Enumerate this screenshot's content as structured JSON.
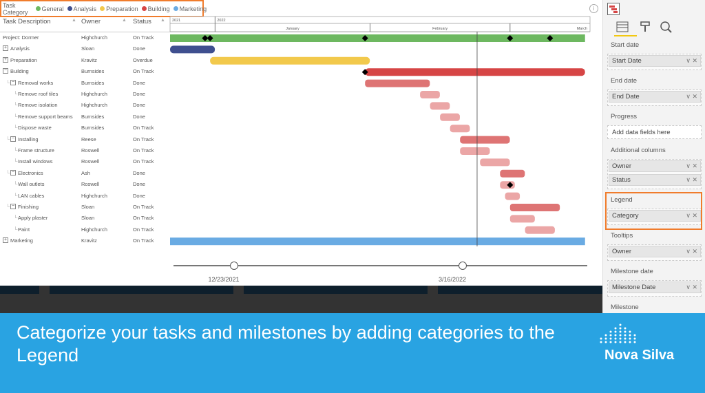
{
  "legend": {
    "title": "Task Category",
    "items": [
      {
        "label": "General",
        "color": "#6db860"
      },
      {
        "label": "Analysis",
        "color": "#3f4f8f"
      },
      {
        "label": "Preparation",
        "color": "#f2c94c"
      },
      {
        "label": "Building",
        "color": "#d64545"
      },
      {
        "label": "Marketing",
        "color": "#6aabe3"
      }
    ]
  },
  "columns": {
    "task": "Task Description",
    "owner": "Owner",
    "status": "Status"
  },
  "timeline": {
    "years": [
      "2021",
      "2022"
    ],
    "months": [
      "January",
      "February",
      "March"
    ],
    "start": "2021-12-23",
    "end": "2022-03-16",
    "today": "2022-02-22"
  },
  "rows": [
    {
      "task": "Project: Dormer",
      "owner": "Highchurch",
      "status": "On Track",
      "level": 0,
      "toggle": "",
      "cat": "General",
      "start": "2021-12-23",
      "end": "2022-03-16",
      "milestones": [
        "2021-12-30",
        "2021-12-31",
        "2022-01-31",
        "2022-03-01",
        "2022-03-09"
      ]
    },
    {
      "task": "Analysis",
      "owner": "Sloan",
      "status": "Done",
      "level": 0,
      "toggle": "+",
      "cat": "Analysis",
      "start": "2021-12-23",
      "end": "2021-12-31"
    },
    {
      "task": "Preparation",
      "owner": "Kravitz",
      "status": "Overdue",
      "level": 0,
      "toggle": "+",
      "cat": "Preparation",
      "start": "2021-12-31",
      "end": "2022-01-31"
    },
    {
      "task": "Building",
      "owner": "Burnsides",
      "status": "On Track",
      "level": 0,
      "toggle": "-",
      "cat": "Building",
      "start": "2022-01-31",
      "end": "2022-03-16",
      "milestones": [
        "2022-01-31"
      ]
    },
    {
      "task": "Removal works",
      "owner": "Burnsides",
      "status": "Done",
      "level": 1,
      "toggle": "-",
      "cat": "Building",
      "start": "2022-01-31",
      "end": "2022-02-12"
    },
    {
      "task": "Remove roof tiles",
      "owner": "Highchurch",
      "status": "Done",
      "level": 2,
      "toggle": "",
      "cat": "Building",
      "start": "2022-02-11",
      "end": "2022-02-14"
    },
    {
      "task": "Remove isolation",
      "owner": "Highchurch",
      "status": "Done",
      "level": 2,
      "toggle": "",
      "cat": "Building",
      "start": "2022-02-13",
      "end": "2022-02-16"
    },
    {
      "task": "Remove support beams",
      "owner": "Burnsides",
      "status": "Done",
      "level": 2,
      "toggle": "",
      "cat": "Building",
      "start": "2022-02-15",
      "end": "2022-02-18"
    },
    {
      "task": "Dispose waste",
      "owner": "Burnsides",
      "status": "On Track",
      "level": 2,
      "toggle": "",
      "cat": "Building",
      "start": "2022-02-17",
      "end": "2022-02-20"
    },
    {
      "task": "Installing",
      "owner": "Reese",
      "status": "On Track",
      "level": 1,
      "toggle": "-",
      "cat": "Building",
      "start": "2022-02-19",
      "end": "2022-02-28"
    },
    {
      "task": "Frame structure",
      "owner": "Roswell",
      "status": "On Track",
      "level": 2,
      "toggle": "",
      "cat": "Building",
      "start": "2022-02-19",
      "end": "2022-02-24"
    },
    {
      "task": "Install windows",
      "owner": "Roswell",
      "status": "On Track",
      "level": 2,
      "toggle": "",
      "cat": "Building",
      "start": "2022-02-23",
      "end": "2022-02-28"
    },
    {
      "task": "Electronics",
      "owner": "Ash",
      "status": "Done",
      "level": 1,
      "toggle": "-",
      "cat": "Building",
      "start": "2022-02-27",
      "end": "2022-03-03"
    },
    {
      "task": "Wall outlets",
      "owner": "Roswell",
      "status": "Done",
      "level": 2,
      "toggle": "",
      "cat": "Building",
      "start": "2022-02-27",
      "end": "2022-03-01",
      "milestones": [
        "2022-03-01"
      ]
    },
    {
      "task": "LAN cables",
      "owner": "Highchurch",
      "status": "Done",
      "level": 2,
      "toggle": "",
      "cat": "Building",
      "start": "2022-02-28",
      "end": "2022-03-02"
    },
    {
      "task": "Finishing",
      "owner": "Sloan",
      "status": "On Track",
      "level": 1,
      "toggle": "-",
      "cat": "Building",
      "start": "2022-03-01",
      "end": "2022-03-10"
    },
    {
      "task": "Apply plaster",
      "owner": "Sloan",
      "status": "On Track",
      "level": 2,
      "toggle": "",
      "cat": "Building",
      "start": "2022-03-01",
      "end": "2022-03-05"
    },
    {
      "task": "Paint",
      "owner": "Highchurch",
      "status": "On Track",
      "level": 2,
      "toggle": "",
      "cat": "Building",
      "start": "2022-03-04",
      "end": "2022-03-09"
    },
    {
      "task": "Marketing",
      "owner": "Kravitz",
      "status": "On Track",
      "level": 0,
      "toggle": "+",
      "cat": "Marketing",
      "start": "2021-12-23",
      "end": "2022-03-16"
    }
  ],
  "slider": {
    "from": "12/23/2021",
    "to": "3/16/2022"
  },
  "pane": {
    "sections": [
      {
        "label": "Start date",
        "fields": [
          "Start Date"
        ]
      },
      {
        "label": "End date",
        "fields": [
          "End Date"
        ]
      },
      {
        "label": "Progress",
        "placeholder": "Add data fields here"
      },
      {
        "label": "Additional columns",
        "fields": [
          "Owner",
          "Status"
        ]
      },
      {
        "label": "Legend",
        "fields": [
          "Category"
        ]
      },
      {
        "label": "Tooltips",
        "fields": [
          "Owner"
        ]
      },
      {
        "label": "Milestone date",
        "fields": [
          "Milestone Date"
        ]
      },
      {
        "label": "Milestone"
      }
    ]
  },
  "banner": {
    "caption": "Categorize your tasks and milestones by adding categories to the Legend",
    "brand": "Nova Silva"
  }
}
